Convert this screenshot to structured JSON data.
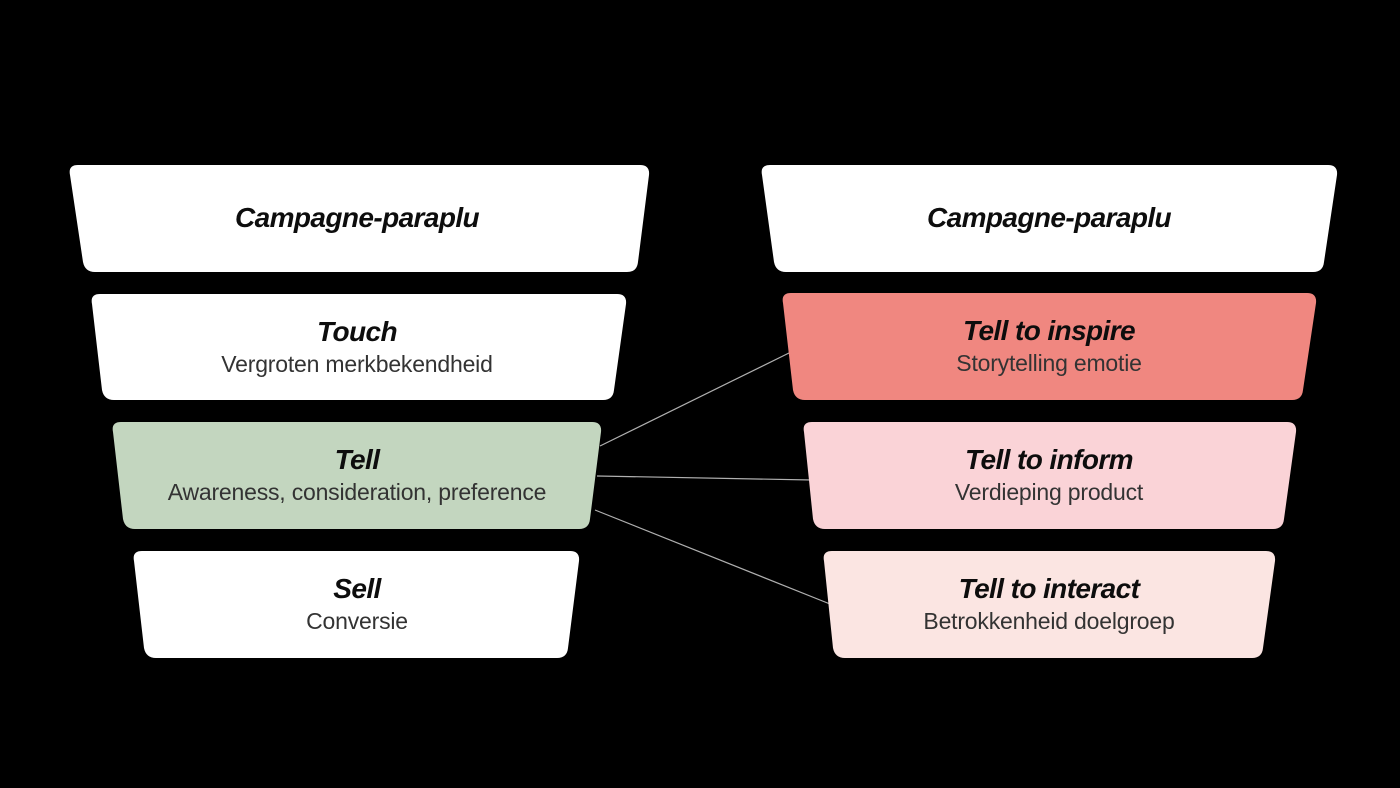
{
  "diagram": {
    "description_labels": [],
    "colors": {
      "background": "#000000",
      "connector": "#b0b0b0",
      "title_text": "#0d0d0d",
      "subtitle_text": "#333333"
    },
    "funnels": [
      {
        "name": "left-funnel",
        "stages": [
          {
            "title": "Campagne-paraplu",
            "color": "#ffffff"
          },
          {
            "title": "Touch",
            "subtitle": "Vergroten merkbekendheid",
            "color": "#ffffff"
          },
          {
            "title": "Tell",
            "subtitle": "Awareness, consideration, preference",
            "color": "#c3d6bf"
          },
          {
            "title": "Sell",
            "subtitle": "Conversie",
            "color": "#ffffff"
          }
        ]
      },
      {
        "name": "right-funnel",
        "stages": [
          {
            "title": "Campagne-paraplu",
            "color": "#ffffff"
          },
          {
            "title": "Tell to inspire",
            "subtitle": "Storytelling emotie",
            "color": "#f08780"
          },
          {
            "title": "Tell to inform",
            "subtitle": "Verdieping product",
            "color": "#fad3d7"
          },
          {
            "title": "Tell to interact",
            "subtitle": "Betrokkenheid doelgroep",
            "color": "#fbe5e2"
          }
        ]
      }
    ],
    "connections": [
      {
        "from": "Tell",
        "to": "Tell to inspire"
      },
      {
        "from": "Tell",
        "to": "Tell to inform"
      },
      {
        "from": "Tell",
        "to": "Tell to interact"
      }
    ]
  }
}
